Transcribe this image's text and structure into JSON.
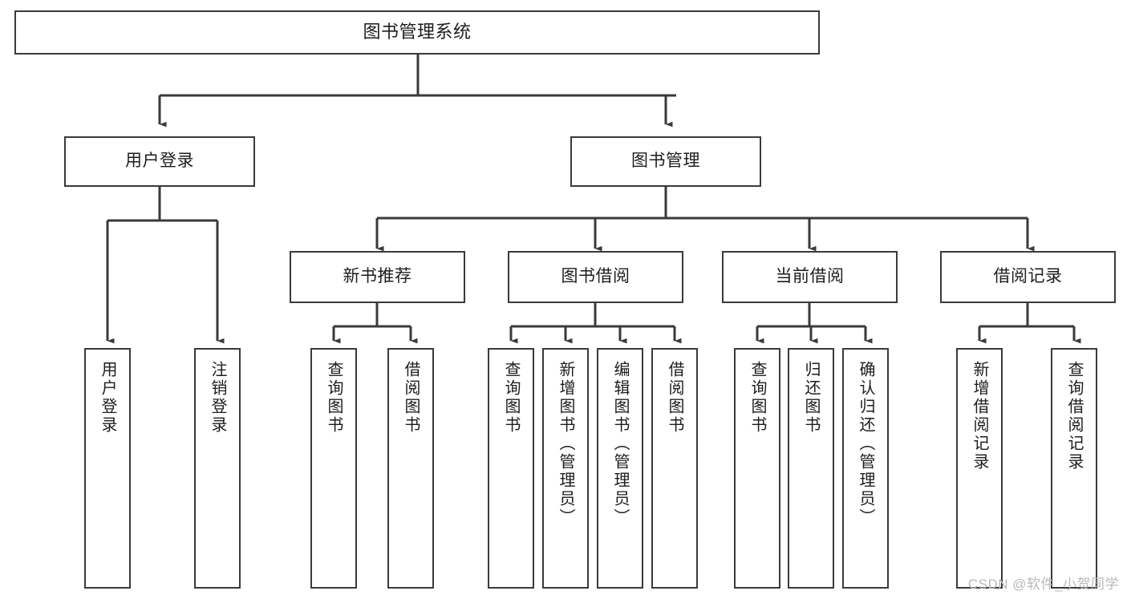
{
  "diagram": {
    "type": "tree-hierarchy",
    "title": "图书管理系统",
    "watermark": "CSDN @软件_小贺同学",
    "colors": {
      "stroke": "#3a3a3a",
      "fill": "#ffffff",
      "text": "#1d1d1d",
      "watermark": "#b9b9b9"
    },
    "levels": {
      "root": {
        "label": "图书管理系统"
      },
      "level2": [
        {
          "label": "用户登录"
        },
        {
          "label": "图书管理"
        }
      ],
      "level3": [
        {
          "label": "新书推荐"
        },
        {
          "label": "图书借阅"
        },
        {
          "label": "当前借阅"
        },
        {
          "label": "借阅记录"
        }
      ]
    },
    "leaves": {
      "user_login": [
        {
          "label": "用户登录"
        },
        {
          "label": "注销登录"
        }
      ],
      "new_book_recommend": [
        {
          "label": "查询图书"
        },
        {
          "label": "借阅图书"
        }
      ],
      "book_borrow": [
        {
          "label": "查询图书"
        },
        {
          "label": "新增图书（管理员）"
        },
        {
          "label": "编辑图书（管理员）"
        },
        {
          "label": "借阅图书"
        }
      ],
      "current_borrow": [
        {
          "label": "查询图书"
        },
        {
          "label": "归还图书"
        },
        {
          "label": "确认归还（管理员）"
        }
      ],
      "borrow_records": [
        {
          "label": "新增借阅记录"
        },
        {
          "label": "查询借阅记录"
        }
      ]
    }
  }
}
